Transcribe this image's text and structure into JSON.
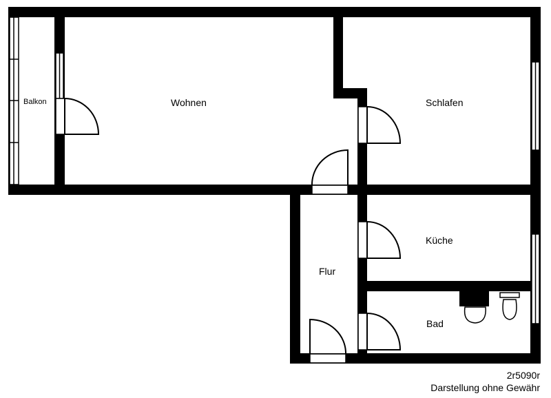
{
  "rooms": {
    "balkon": "Balkon",
    "wohnen": "Wohnen",
    "schlafen": "Schlafen",
    "kueche": "Küche",
    "flur": "Flur",
    "bad": "Bad"
  },
  "footer": {
    "code": "2r5090r",
    "disclaimer": "Darstellung ohne Gewähr"
  }
}
